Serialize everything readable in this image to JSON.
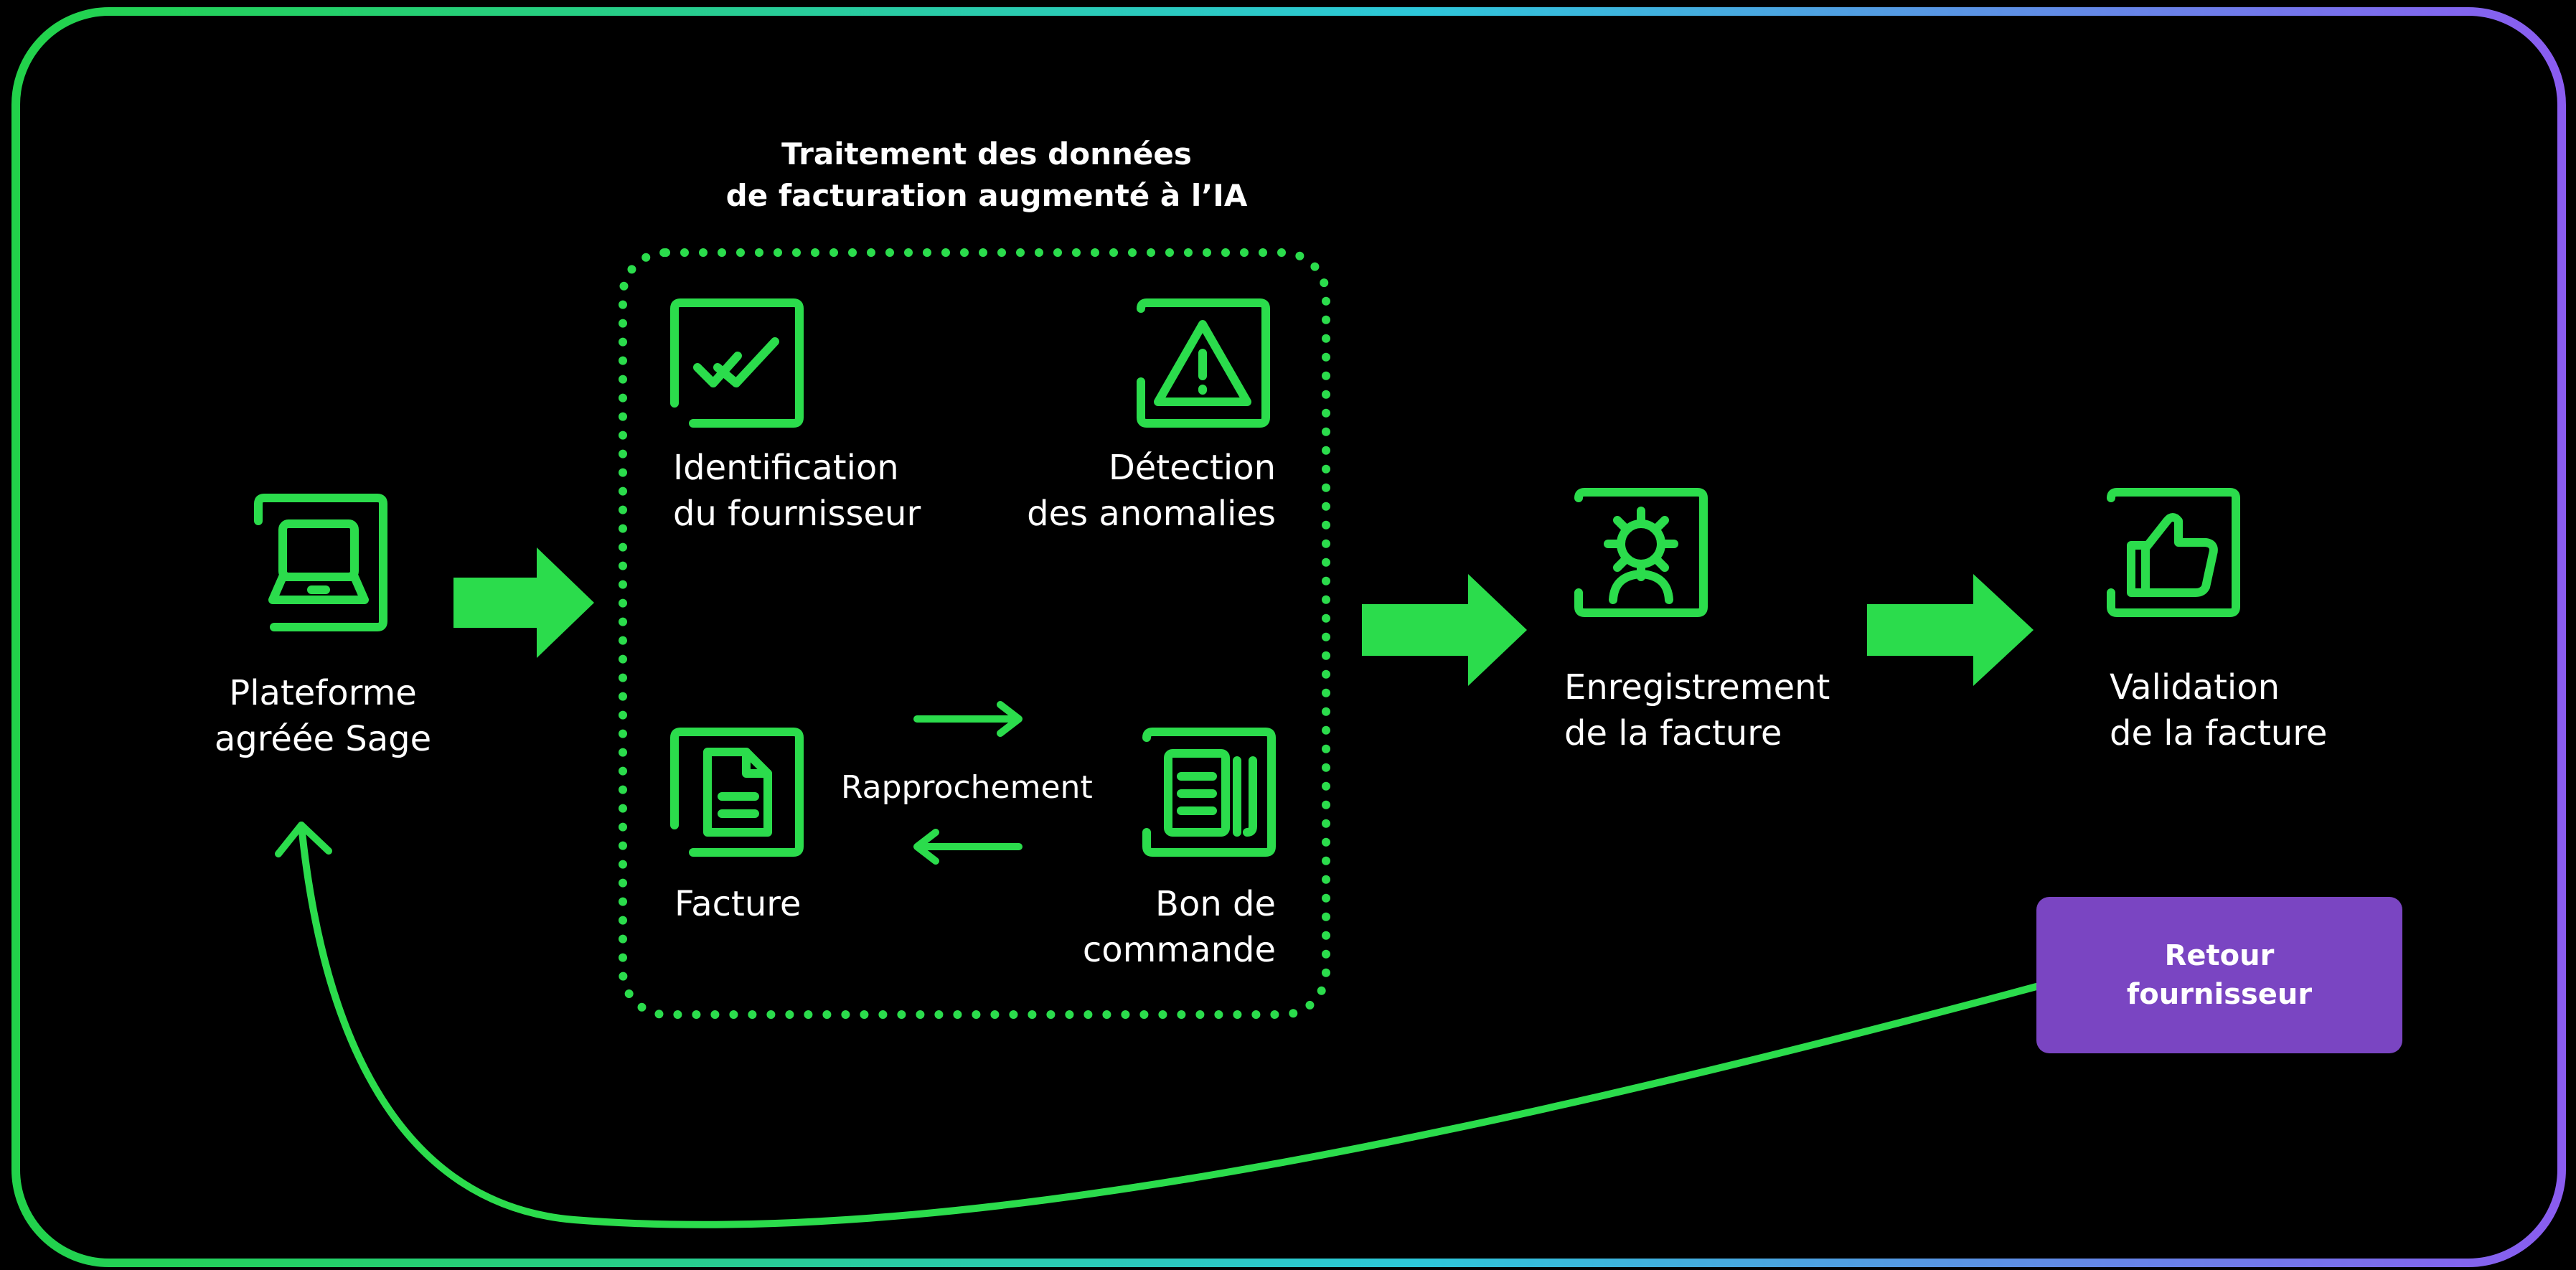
{
  "colors": {
    "accent_green": "#2bdc4c",
    "retour_purple": "#7a45c2",
    "frame_gradient": [
      "#22d24a",
      "#2dc7d9",
      "#8a5cf0"
    ],
    "background": "#000000"
  },
  "processing_block": {
    "title_line1": "Traitement des données",
    "title_line2": "de facturation augmenté à l’IA",
    "identification": {
      "icon": "double-check-icon",
      "line1": "Identification",
      "line2": "du fournisseur"
    },
    "detection": {
      "icon": "warning-triangle-icon",
      "line1": "Détection",
      "line2": "des anomalies"
    },
    "facture": {
      "icon": "document-icon",
      "label": "Facture"
    },
    "bon_de_commande": {
      "icon": "purchase-order-icon",
      "line1": "Bon de",
      "line2": "commande"
    },
    "rapprochement": "Rapprochement"
  },
  "steps": {
    "plateforme": {
      "icon": "laptop-icon",
      "line1": "Plateforme",
      "line2": "agréée Sage"
    },
    "enregistrement": {
      "icon": "gear-user-icon",
      "line1": "Enregistrement",
      "line2": "de la facture"
    },
    "validation": {
      "icon": "thumbs-up-icon",
      "line1": "Validation",
      "line2": "de la facture"
    }
  },
  "retour": {
    "line1": "Retour",
    "line2": "fournisseur"
  }
}
